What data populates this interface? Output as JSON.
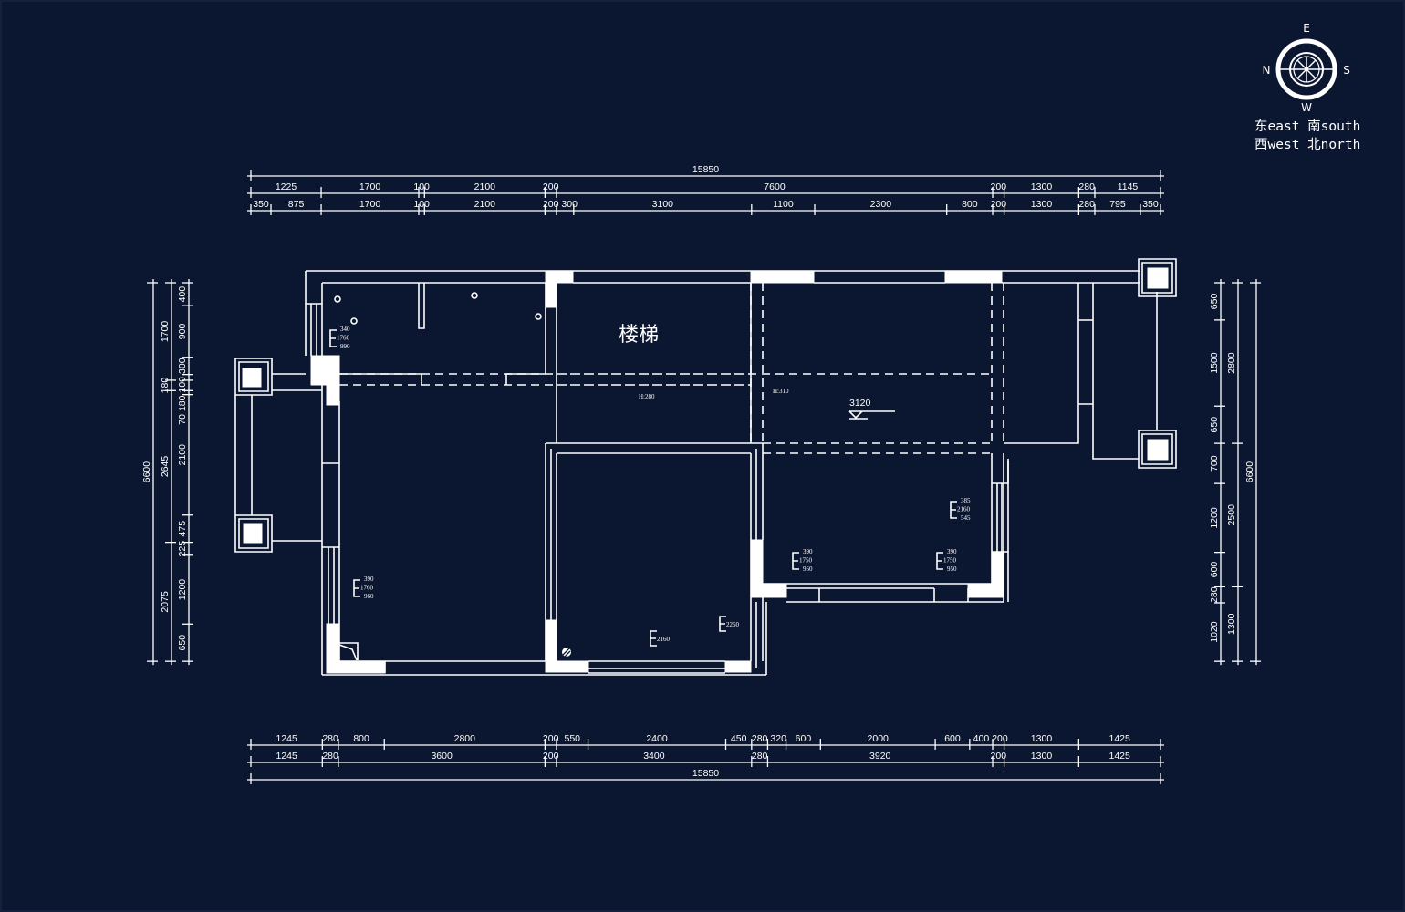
{
  "compass": {
    "north": "N",
    "east": "E",
    "south": "S",
    "west": "W",
    "legend_line1": "东east 南south",
    "legend_line2": "西west 北north"
  },
  "rooms": {
    "stairs_label": "楼梯",
    "elevation_mark": "3120",
    "height_left": "H:280",
    "height_right": "H:310"
  },
  "annotations": [
    {
      "name": "outlet-topleft-room",
      "lines": [
        "340",
        "1760",
        "990"
      ]
    },
    {
      "name": "outlet-left-room",
      "lines": [
        "390",
        "1760",
        "960"
      ]
    },
    {
      "name": "outlet-right-room-upper",
      "lines": [
        "385",
        "2160",
        "545"
      ]
    },
    {
      "name": "outlet-right-room-left",
      "lines": [
        "390",
        "1750",
        "950"
      ]
    },
    {
      "name": "outlet-right-room-right",
      "lines": [
        "390",
        "1750",
        "950"
      ]
    },
    {
      "name": "outlet-center-room",
      "lines": [
        "2160"
      ]
    },
    {
      "name": "outlet-center-room-right",
      "lines": [
        "2250"
      ]
    }
  ],
  "dimensions": {
    "top_total": [
      15850
    ],
    "top_row1": [
      1225,
      1700,
      100,
      2100,
      200,
      7600,
      200,
      1300,
      280,
      1145
    ],
    "top_row2": [
      350,
      875,
      1700,
      100,
      2100,
      200,
      300,
      3100,
      1100,
      2300,
      800,
      200,
      1300,
      280,
      795,
      350
    ],
    "bottom_row1": [
      1245,
      280,
      800,
      2800,
      200,
      550,
      2400,
      450,
      280,
      320,
      600,
      2000,
      600,
      400,
      200,
      1300,
      1425
    ],
    "bottom_row2": [
      1245,
      280,
      3600,
      200,
      3400,
      280,
      3920,
      200,
      1300,
      1425
    ],
    "bottom_total": [
      15850
    ],
    "left_total": [
      6600
    ],
    "left_mid": [
      1700,
      180,
      2645,
      2075
    ],
    "left_inner": [
      400,
      900,
      300,
      100,
      180,
      70,
      2100,
      475,
      225,
      1200,
      650
    ],
    "right_inner": [
      650,
      1500,
      650,
      700,
      1200,
      600,
      280,
      1020
    ],
    "right_mid": [
      2800,
      2500,
      1300
    ],
    "right_total": [
      6600
    ]
  }
}
